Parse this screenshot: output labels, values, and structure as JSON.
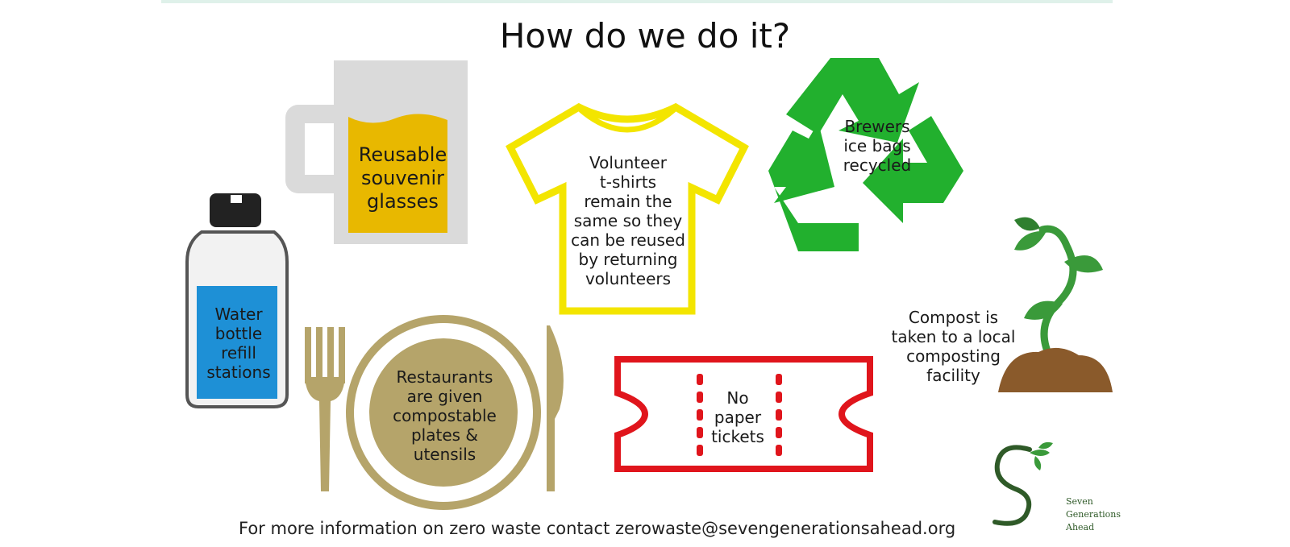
{
  "title": "How do we do it?",
  "items": {
    "glasses": "Reusable\nsouvenir\nglasses",
    "tshirts": "Volunteer\nt-shirts\nremain the\nsame so they\ncan be reused\nby returning\nvolunteers",
    "recycle": "Brewers\nice bags\nrecycled",
    "water": "Water\nbottle\nrefill\nstations",
    "plates": "Restaurants\nare given\ncompostable\nplates &\nutensils",
    "tickets": "No\npaper\ntickets",
    "compost": "Compost is\ntaken  to a local\ncomposting\nfacility"
  },
  "footer": "For more information on zero waste contact zerowaste@sevengenerationsahead.org",
  "logo": {
    "text": "Seven\nGenerations\nAhead"
  },
  "icons": [
    "beer-glass-icon",
    "t-shirt-icon",
    "recycle-icon",
    "water-bottle-icon",
    "plate-cutlery-icon",
    "ticket-icon",
    "sprout-icon",
    "logo-icon"
  ],
  "colors": {
    "glass_fill": "#e8b800",
    "tshirt": "#f3e500",
    "recycle": "#22b02e",
    "water": "#1e90d6",
    "plate": "#b5a46a",
    "ticket": "#e0151c",
    "plant": "#3a9a3a",
    "soil": "#8a5a2b"
  }
}
